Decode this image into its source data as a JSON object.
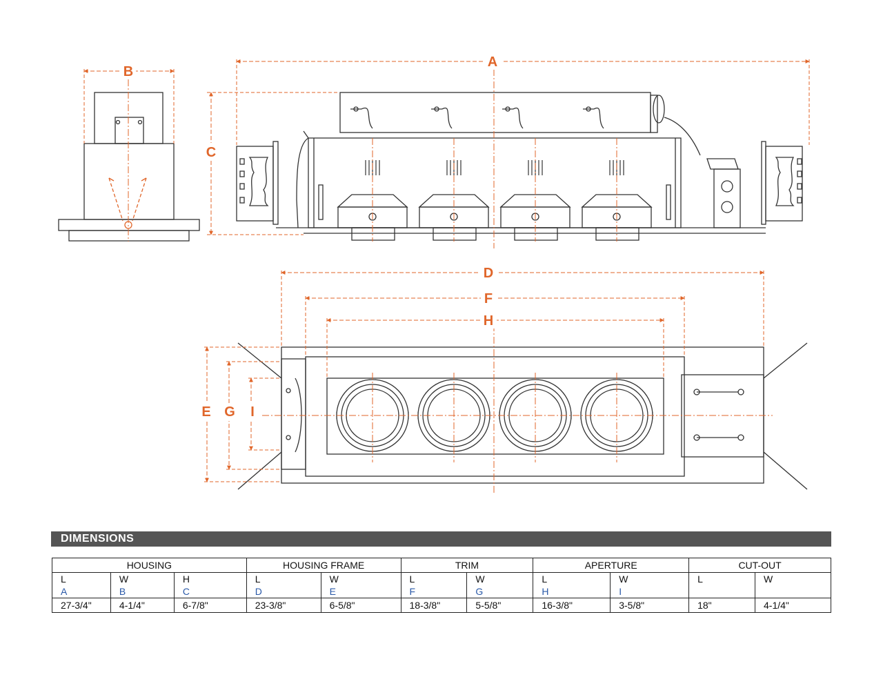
{
  "dimension_labels": {
    "A": "A",
    "B": "B",
    "C": "C",
    "D": "D",
    "E": "E",
    "F": "F",
    "G": "G",
    "H": "H",
    "I": "I"
  },
  "colors": {
    "dimension": "#e0662a",
    "line": "#333333",
    "section_bar": "#555555",
    "key_text": "#2a59a8"
  },
  "section_title": "DIMENSIONS",
  "table": {
    "groups": [
      "HOUSING",
      "HOUSING FRAME",
      "TRIM",
      "APERTURE",
      "CUT-OUT"
    ],
    "sub_headers": [
      "L",
      "W",
      "H",
      "L",
      "W",
      "L",
      "W",
      "L",
      "W",
      "L",
      "W"
    ],
    "keys": [
      "A",
      "B",
      "C",
      "D",
      "E",
      "F",
      "G",
      "H",
      "I",
      "",
      ""
    ],
    "values": [
      "27-3/4\"",
      "4-1/4\"",
      "6-7/8\"",
      "23-3/8\"",
      "6-5/8\"",
      "18-3/8\"",
      "5-5/8\"",
      "16-3/8\"",
      "3-5/8\"",
      "18\"",
      "4-1/4\""
    ]
  }
}
